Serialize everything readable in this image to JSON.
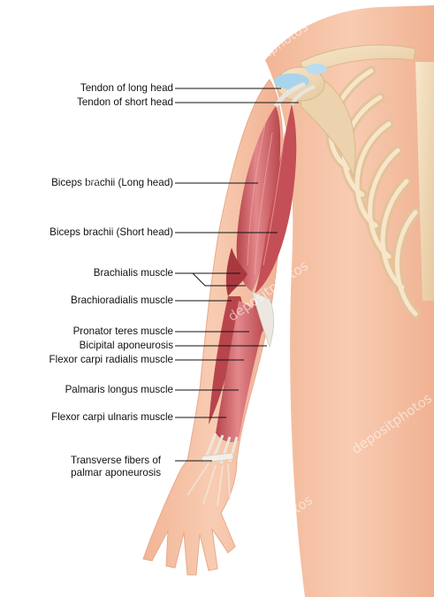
{
  "labels": {
    "tendon_long_head": "Tendon of long head",
    "tendon_short_head": "Tendon of short head",
    "biceps_long_head": "Biceps brachii (Long head)",
    "biceps_short_head": "Biceps brachii (Short head)",
    "brachialis": "Brachialis muscle",
    "brachioradialis": "Brachioradialis muscle",
    "pronator_teres": "Pronator teres muscle",
    "bicipital_aponeurosis": "Bicipital aponeurosis",
    "flexor_carpi_radialis": "Flexor carpi radialis muscle",
    "palmaris_longus": "Palmaris longus muscle",
    "flexor_carpi_ulnaris": "Flexor carpi ulnaris muscle",
    "transverse_fibers": "Transverse fibers of palmar aponeurosis"
  },
  "watermark": "depositphotos",
  "colors": {
    "skin": "#f6c3a6",
    "muscle": "#c9545a",
    "muscle_light": "#e58e90",
    "tendon": "#e8e4dc",
    "bone": "#f3dfbe",
    "cartilage": "#a7d3ea",
    "leader_line": "#111111"
  }
}
